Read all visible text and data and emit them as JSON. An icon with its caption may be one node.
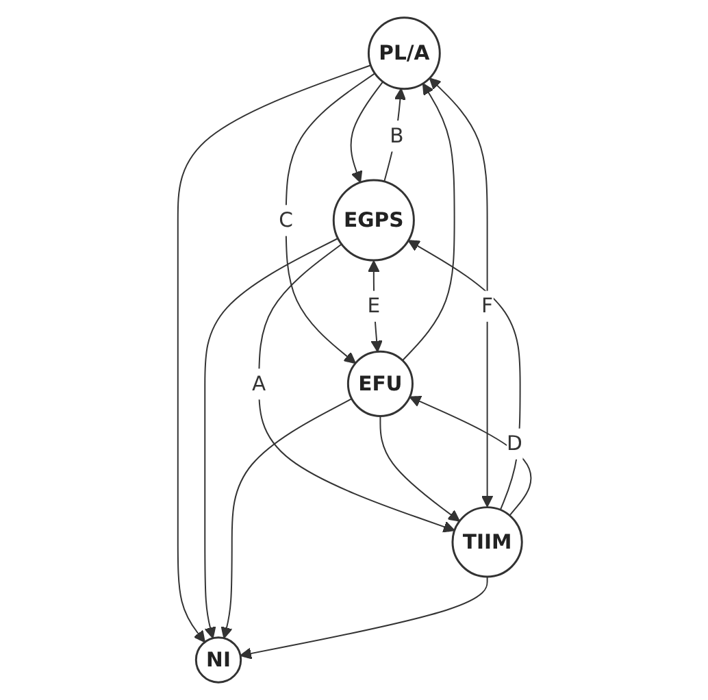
{
  "diagram": {
    "nodes": [
      {
        "text": [
          "PL/A"
        ]
      },
      {
        "text": [
          "EGPS"
        ]
      },
      {
        "text": [
          "NI"
        ]
      },
      {
        "text": [
          "EFU"
        ]
      },
      {
        "text": [
          "TIIM"
        ]
      }
    ],
    "edges": [
      {
        "from": 1,
        "to": 0,
        "arrow": "to",
        "label": "B"
      },
      {
        "from": 0,
        "to": 1,
        "arrow": "to"
      },
      {
        "from": 0,
        "to": 3,
        "arrow": "to",
        "label": "C"
      },
      {
        "from": 3,
        "to": 0,
        "arrow": "to"
      },
      {
        "from": 0,
        "to": 2,
        "arrow": "to"
      },
      {
        "from": 1,
        "to": 2,
        "arrow": "to"
      },
      {
        "from": 3,
        "to": 2,
        "arrow": "to"
      },
      {
        "from": 4,
        "to": 2,
        "arrow": "to"
      },
      {
        "from": 4,
        "to": 0,
        "arrow": "both",
        "label": "F"
      },
      {
        "from": 1,
        "to": 3,
        "arrow": "both",
        "label": "E"
      },
      {
        "from": 1,
        "to": 4,
        "arrow": "to",
        "label": "A"
      },
      {
        "from": 4,
        "to": 1,
        "arrow": "to"
      },
      {
        "from": 4,
        "to": 3,
        "arrow": "to",
        "label": "D"
      },
      {
        "from": 3,
        "to": 4,
        "arrow": "to"
      }
    ]
  }
}
